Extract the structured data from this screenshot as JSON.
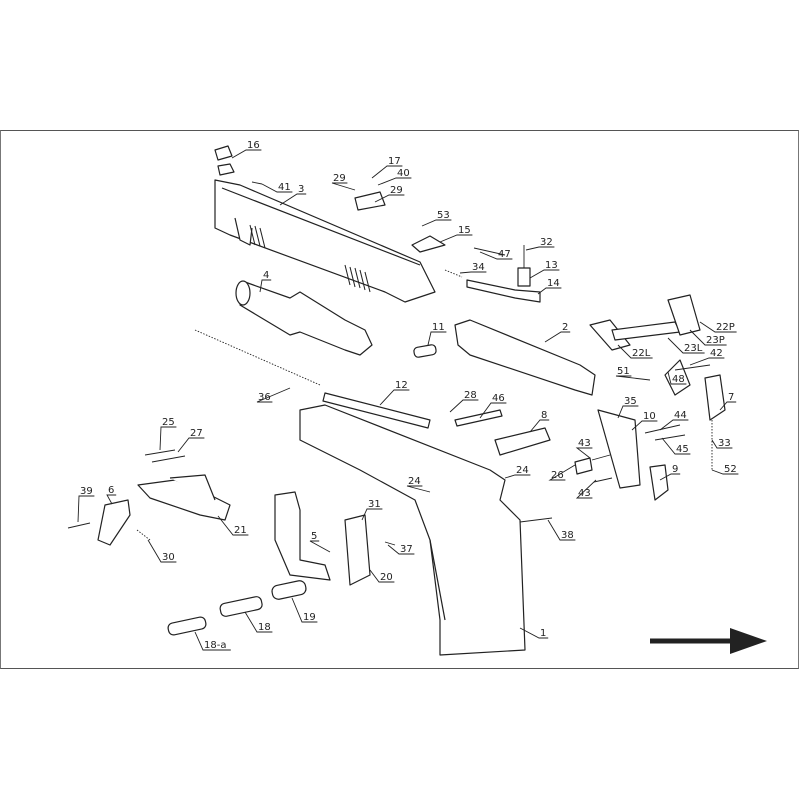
{
  "diagram": {
    "title_visible": false,
    "callouts": [
      "16",
      "41",
      "3",
      "29",
      "17",
      "40",
      "29",
      "53",
      "15",
      "47",
      "32",
      "13",
      "34",
      "14",
      "4",
      "11",
      "2",
      "22P",
      "23P",
      "23L",
      "22L",
      "42",
      "51",
      "48",
      "7",
      "36",
      "12",
      "28",
      "46",
      "8",
      "35",
      "10",
      "44",
      "33",
      "52",
      "43",
      "26",
      "24",
      "24",
      "43",
      "45",
      "9",
      "25",
      "27",
      "39",
      "6",
      "21",
      "31",
      "5",
      "37",
      "38",
      "30",
      "20",
      "19",
      "18",
      "18-a",
      "1"
    ],
    "direction_arrow": "right"
  }
}
